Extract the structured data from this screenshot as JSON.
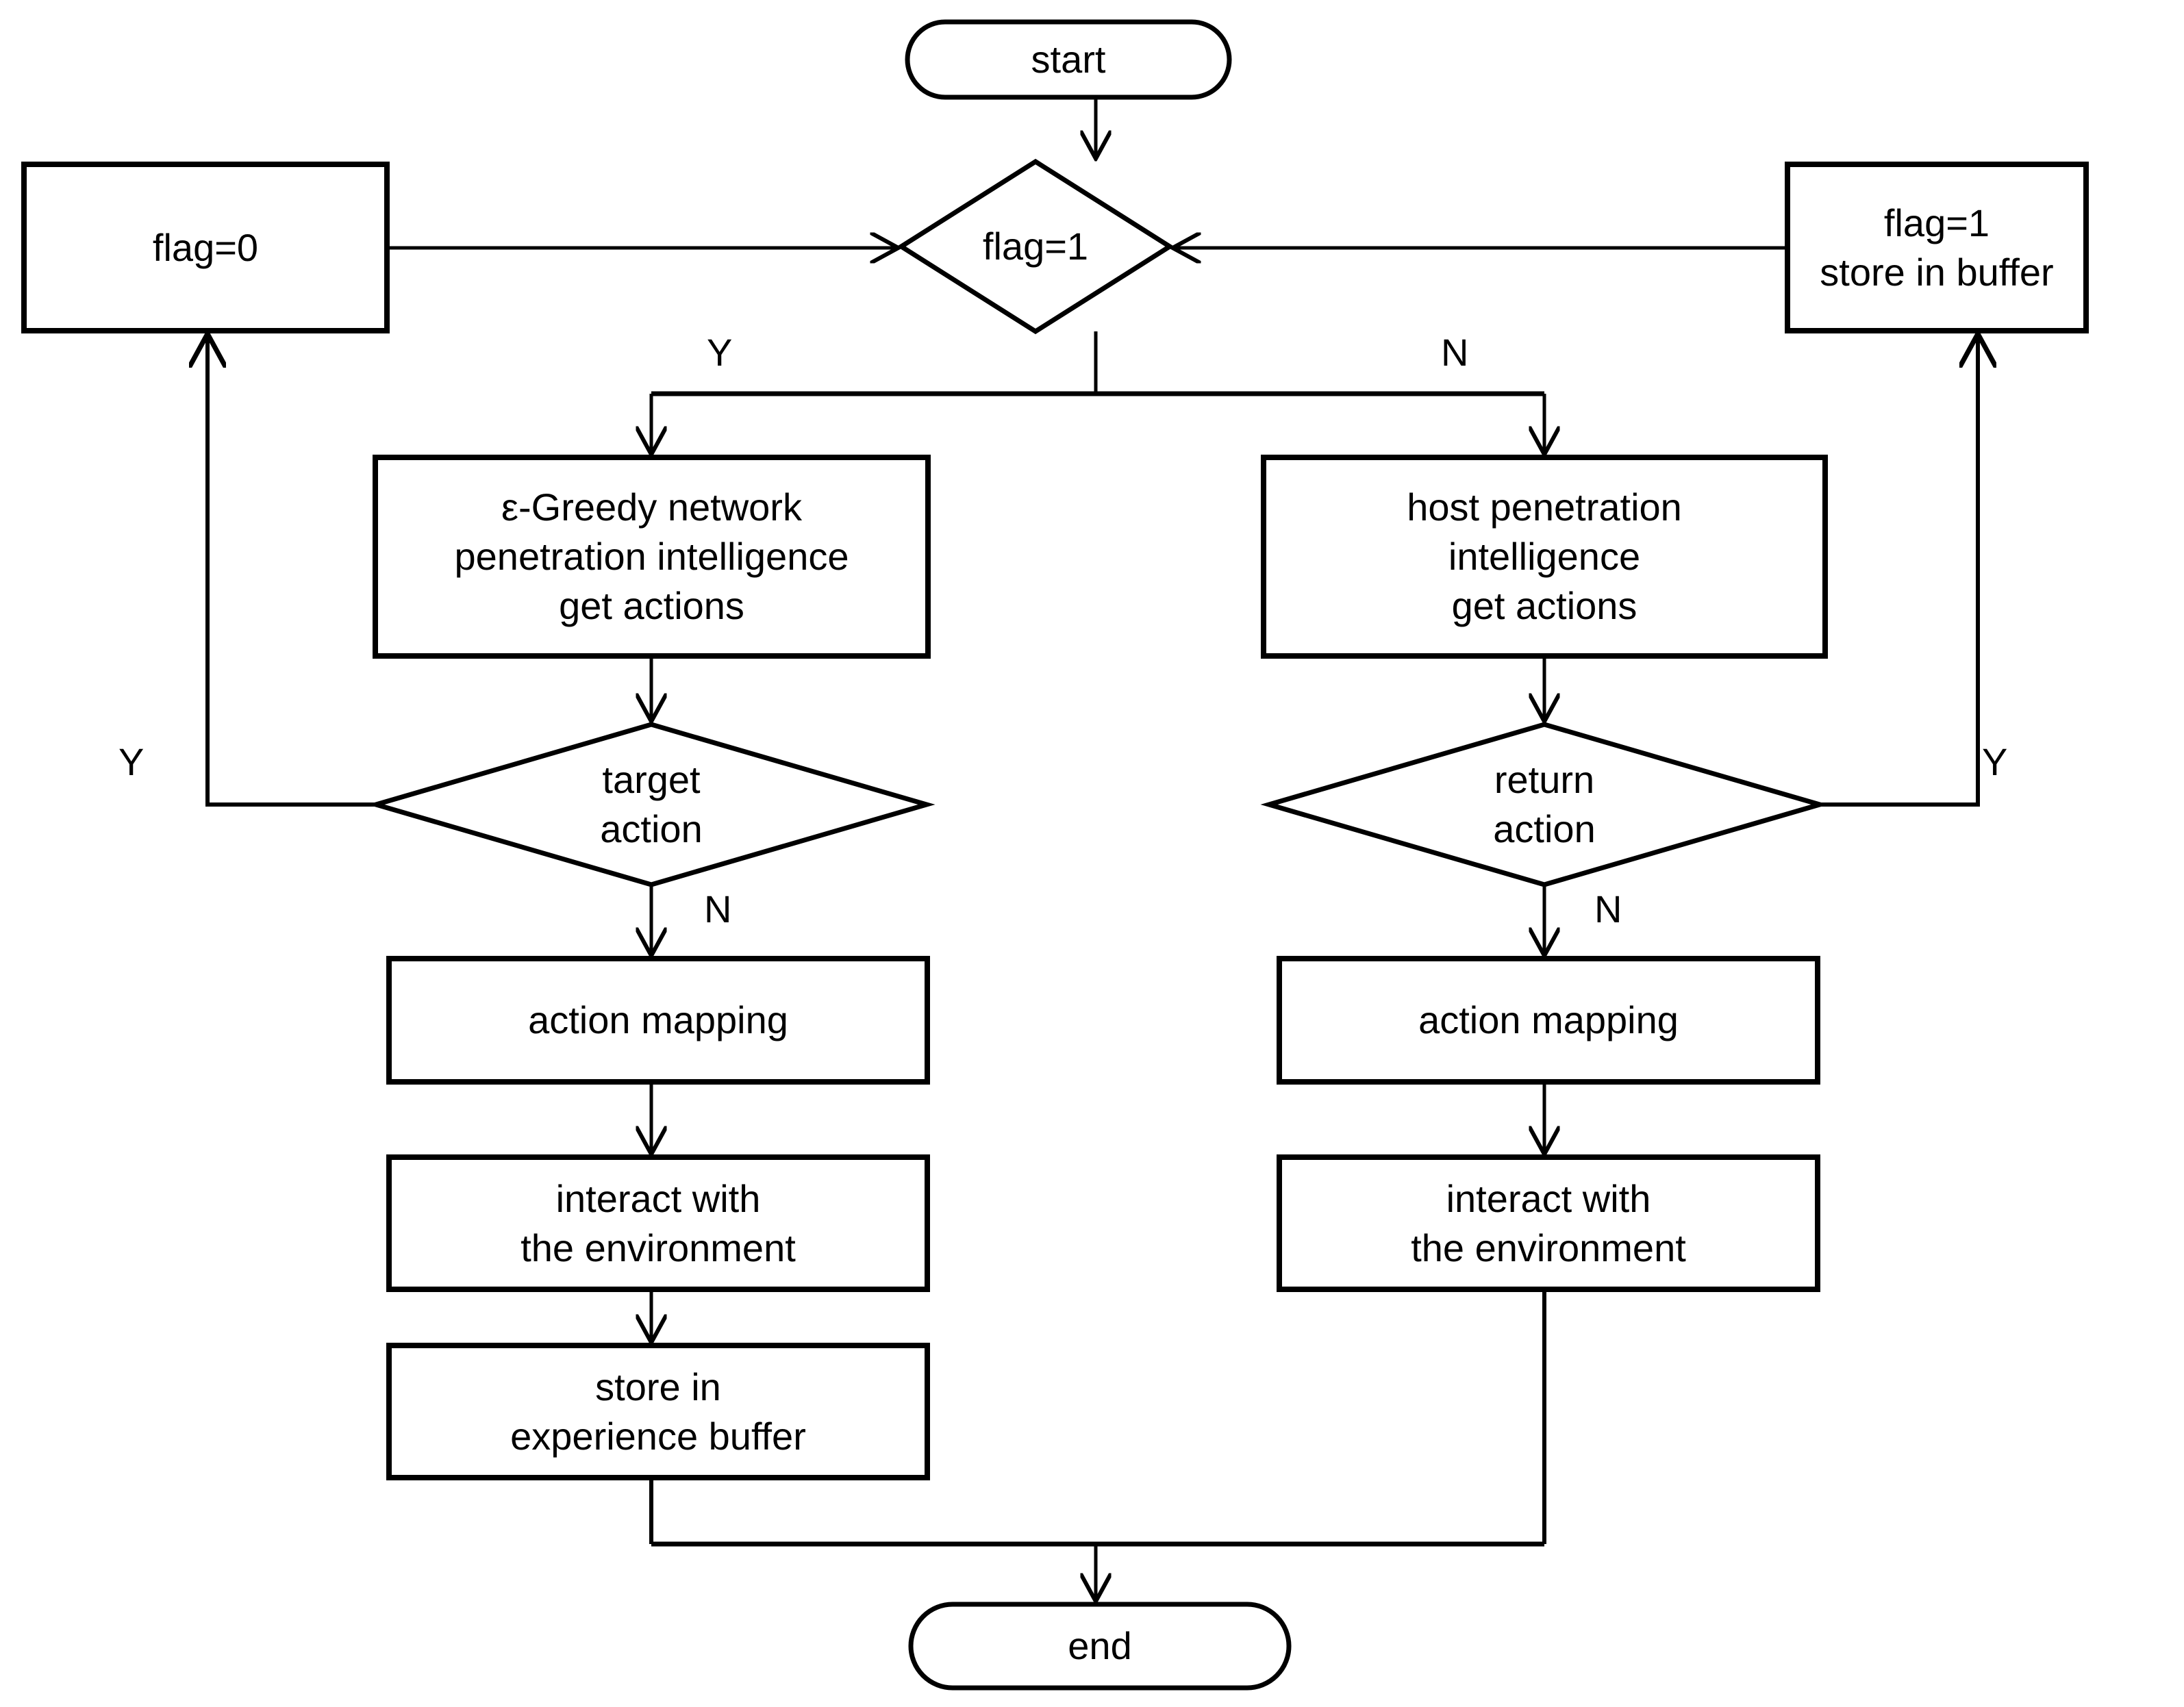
{
  "diagram": {
    "title": "network and host penetration intelligence flowchart",
    "colors": {
      "stroke": "#000000",
      "fill": "#ffffff",
      "text": "#000000"
    },
    "nodes": {
      "start": {
        "label": "start",
        "shape": "terminator"
      },
      "flag_check": {
        "label": "flag=1",
        "shape": "decision"
      },
      "flag_zero": {
        "label": "flag=0",
        "shape": "process"
      },
      "flag_one_store": {
        "line1": "flag=1",
        "line2": "store in buffer",
        "shape": "process"
      },
      "epsilon_greedy": {
        "line1": "ε-Greedy network",
        "line2": "penetration intelligence",
        "line3": "get actions",
        "shape": "process"
      },
      "host_penetration": {
        "line1": "host penetration",
        "line2": "intelligence",
        "line3": "get actions",
        "shape": "process"
      },
      "target_action": {
        "line1": "target",
        "line2": "action",
        "shape": "decision"
      },
      "return_action": {
        "line1": "return",
        "line2": "action",
        "shape": "decision"
      },
      "action_mapping_left": {
        "label": "action mapping",
        "shape": "process"
      },
      "action_mapping_right": {
        "label": "action mapping",
        "shape": "process"
      },
      "interact_left": {
        "line1": "interact with",
        "line2": "the environment",
        "shape": "process"
      },
      "interact_right": {
        "line1": "interact with",
        "line2": "the environment",
        "shape": "process"
      },
      "store_buffer": {
        "line1": "store in",
        "line2": "experience buffer",
        "shape": "process"
      },
      "end": {
        "label": "end",
        "shape": "terminator"
      }
    },
    "edge_labels": {
      "flag_yes": "Y",
      "flag_no": "N",
      "target_yes": "Y",
      "target_no": "N",
      "return_yes": "Y",
      "return_no": "N"
    }
  }
}
